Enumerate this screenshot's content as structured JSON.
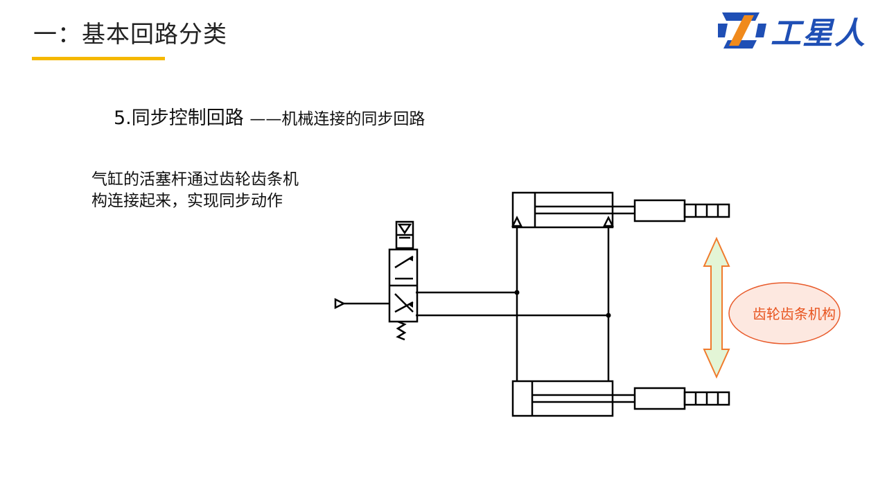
{
  "slide": {
    "title": "一：基本回路分类",
    "subtitle_main": "5.同步控制回路 ",
    "subtitle_sub": "——机械连接的同步回路",
    "description_line1": "气缸的活塞杆通过齿轮齿条机",
    "description_line2": "构连接起来，实现同步动作"
  },
  "brand": {
    "logo_text": "工星人",
    "colors": {
      "blue": "#1f4fb5",
      "orange": "#f08a1c"
    }
  },
  "diagram": {
    "gear_label": "齿轮齿条机构",
    "colors": {
      "line": "#000000",
      "arrow_fill": "#e3f5d6",
      "arrow_stroke": "#f07a2c",
      "ellipse_fill": "#fde8e0",
      "ellipse_stroke": "#e85a2a",
      "label": "#e8541f"
    }
  },
  "theme": {
    "accent": "#f5b800"
  }
}
